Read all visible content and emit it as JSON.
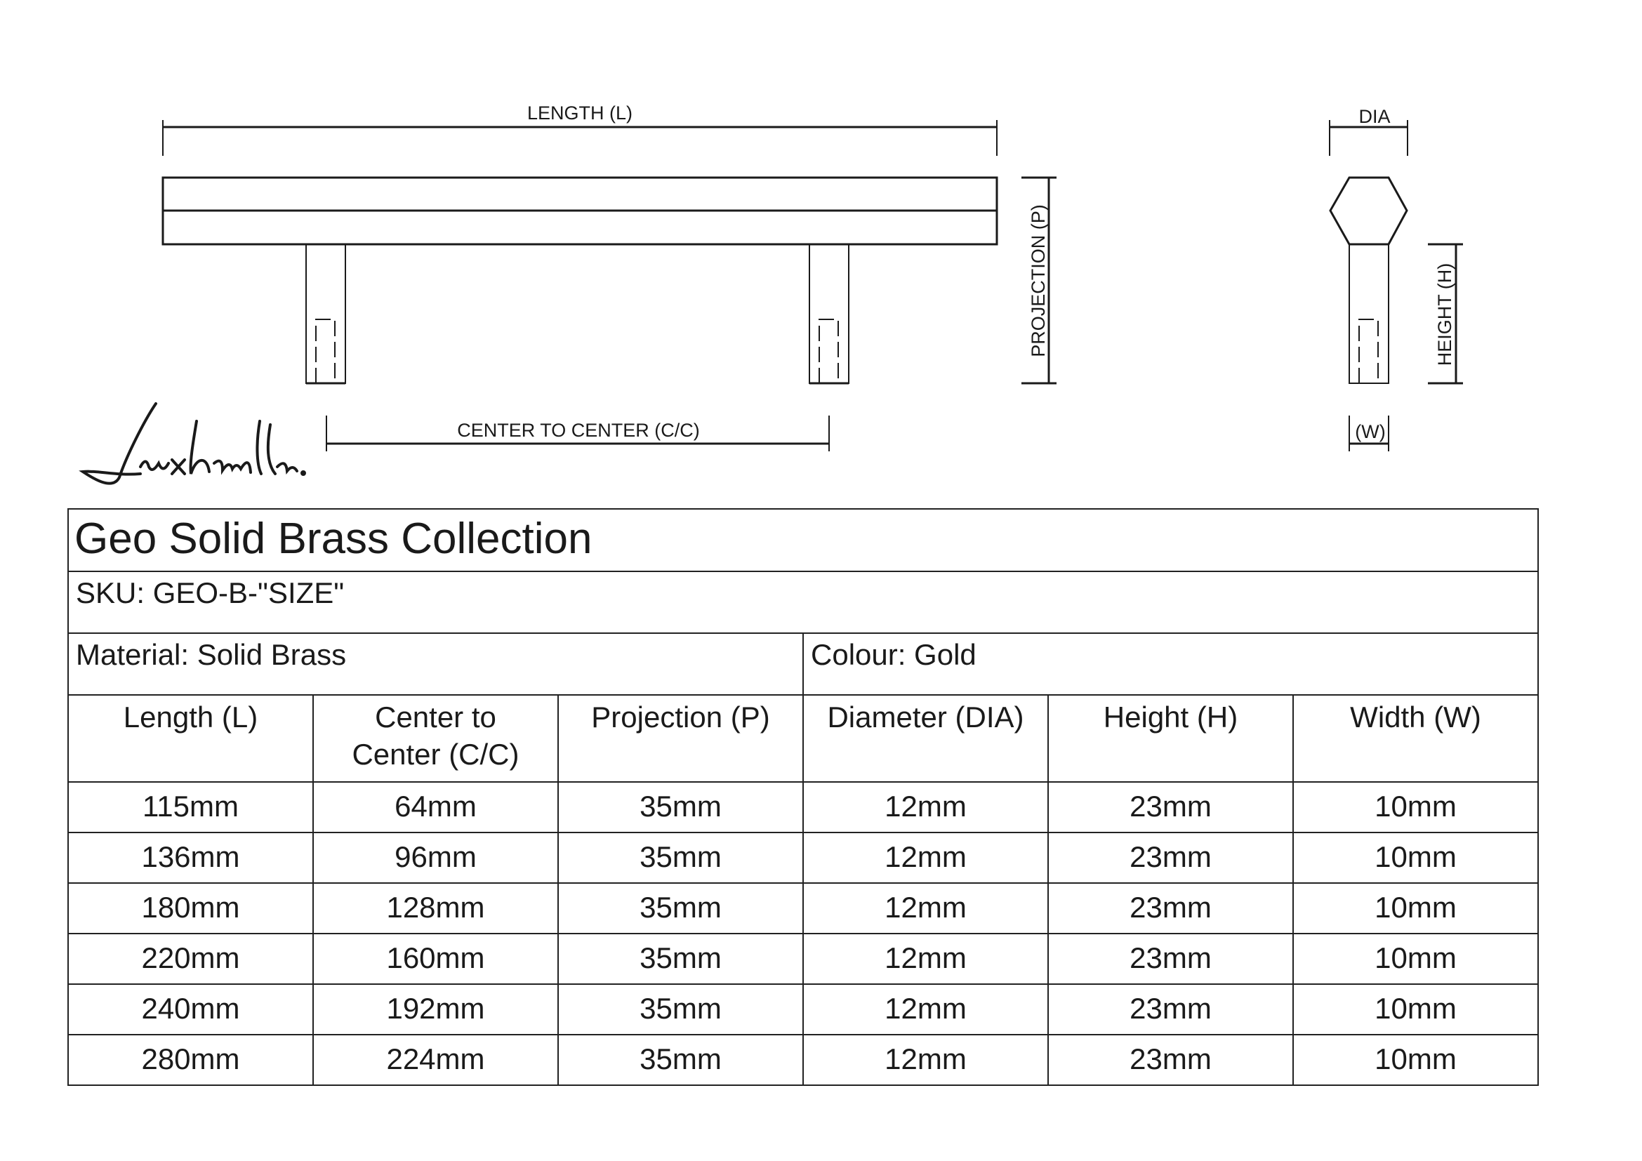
{
  "drawing": {
    "length_label": "LENGTH (L)",
    "center_label": "CENTER TO CENTER (C/C)",
    "projection_label": "PROJECTION (P)",
    "dia_label": "DIA",
    "height_label": "HEIGHT (H)",
    "width_label": "(W)",
    "logo_text": "Luxhandles."
  },
  "table": {
    "title": "Geo Solid Brass Collection",
    "sku": "SKU: GEO-B-\"SIZE\"",
    "material": "Material: Solid Brass",
    "colour": "Colour: Gold",
    "headers": [
      "Length (L)",
      "Center to Center (C/C)",
      "Projection (P)",
      "Diameter (DIA)",
      "Height (H)",
      "Width (W)"
    ],
    "rows": [
      [
        "115mm",
        "64mm",
        "35mm",
        "12mm",
        "23mm",
        "10mm"
      ],
      [
        "136mm",
        "96mm",
        "35mm",
        "12mm",
        "23mm",
        "10mm"
      ],
      [
        "180mm",
        "128mm",
        "35mm",
        "12mm",
        "23mm",
        "10mm"
      ],
      [
        "220mm",
        "160mm",
        "35mm",
        "12mm",
        "23mm",
        "10mm"
      ],
      [
        "240mm",
        "192mm",
        "35mm",
        "12mm",
        "23mm",
        "10mm"
      ],
      [
        "280mm",
        "224mm",
        "35mm",
        "12mm",
        "23mm",
        "10mm"
      ]
    ]
  }
}
